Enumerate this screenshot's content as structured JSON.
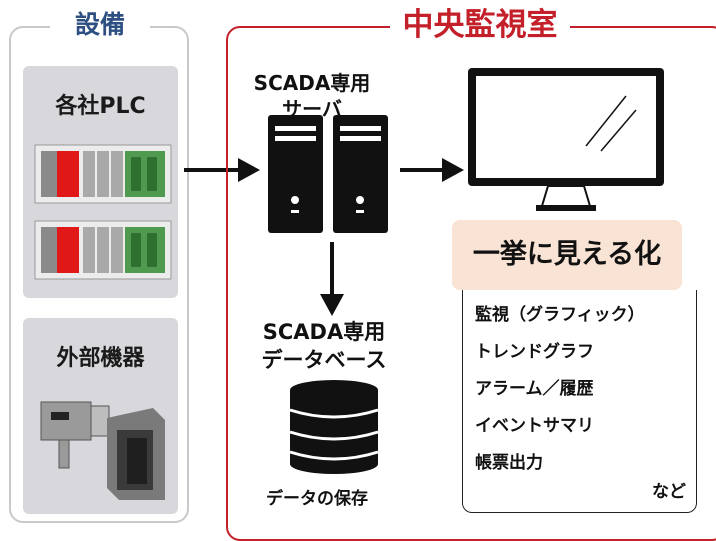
{
  "equipment": {
    "title": "設備",
    "plc_label": "各社PLC",
    "external_label": "外部機器"
  },
  "control_room": {
    "title": "中央監視室",
    "server_label_line1": "SCADA専用",
    "server_label_line2": "サーバ",
    "database_label_line1": "SCADA専用",
    "database_label_line2": "データベース",
    "database_caption": "データの保存",
    "visualization_title": "一挙に見える化",
    "functions": [
      "監視（グラフィック）",
      "トレンドグラフ",
      "アラーム／履歴",
      "イベントサマリ",
      "帳票出力"
    ],
    "functions_more": "など"
  },
  "colors": {
    "accent_red": "#c4202a",
    "equipment_title": "#2e4f82",
    "panel_gray": "#d8d8dc",
    "visualization_bg": "#f8e3d5"
  }
}
